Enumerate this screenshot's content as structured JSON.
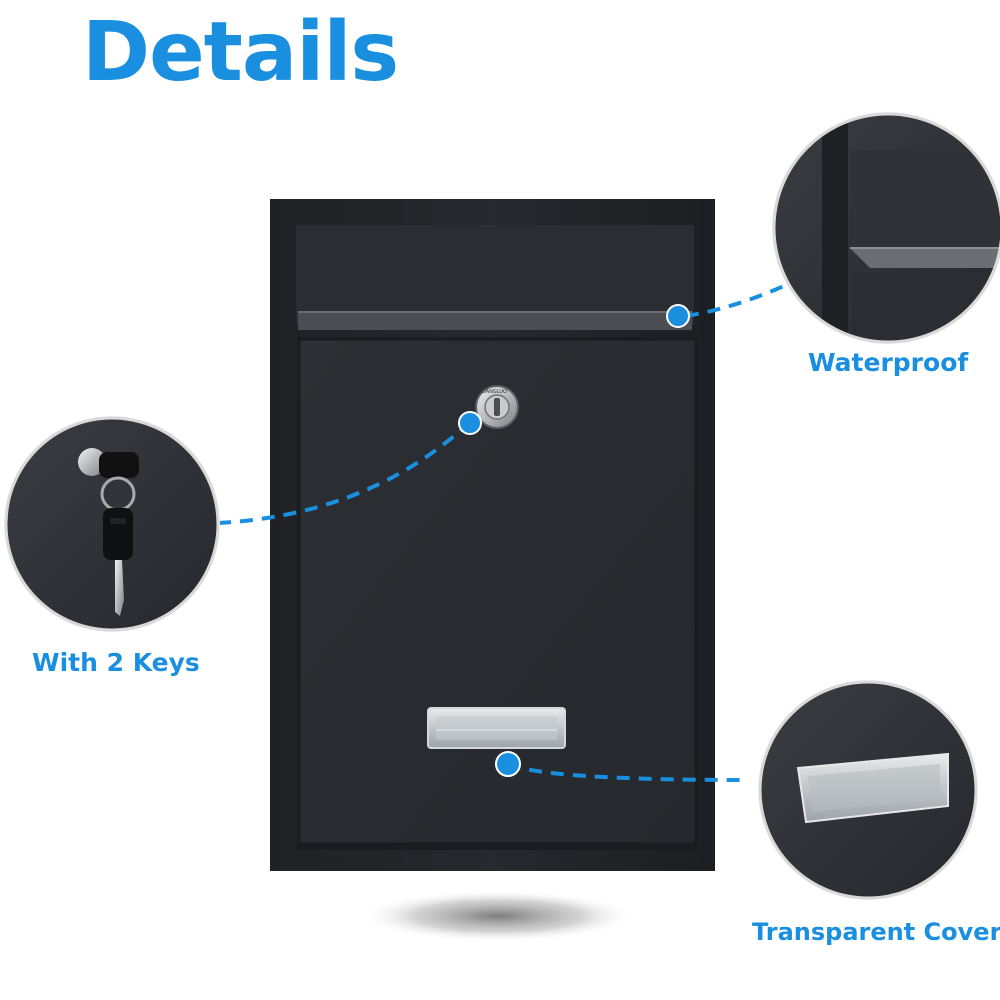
{
  "title": "Details",
  "callouts": {
    "waterproof": "Waterproof",
    "keys": "With 2 Keys",
    "cover": "Transparent Cover"
  },
  "colors": {
    "accent": "#1a8fe0",
    "body": "#2a2d31",
    "frame": "#1c1e21",
    "circle": "#2b2e33"
  },
  "lock_stamp": "DANGLUO"
}
